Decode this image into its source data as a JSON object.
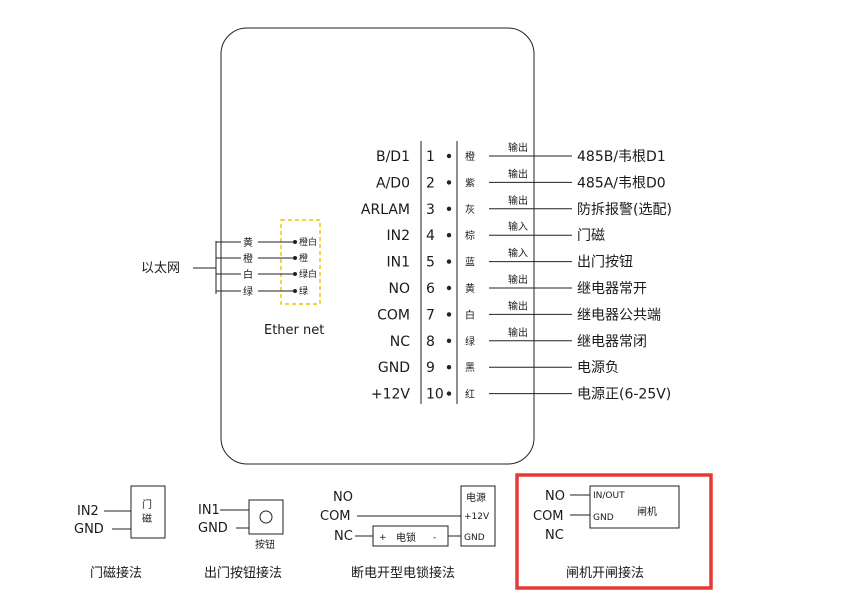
{
  "terminals": [
    {
      "pin": "1",
      "signal": "B/D1",
      "wire": "橙",
      "tag": "输出",
      "func": "485B/韦根D1"
    },
    {
      "pin": "2",
      "signal": "A/D0",
      "wire": "紫",
      "tag": "输出",
      "func": "485A/韦根D0"
    },
    {
      "pin": "3",
      "signal": "ARLAM",
      "wire": "灰",
      "tag": "输出",
      "func": "防拆报警(选配)"
    },
    {
      "pin": "4",
      "signal": "IN2",
      "wire": "棕",
      "tag": "输入",
      "func": "门磁"
    },
    {
      "pin": "5",
      "signal": "IN1",
      "wire": "蓝",
      "tag": "输入",
      "func": "出门按钮"
    },
    {
      "pin": "6",
      "signal": "NO",
      "wire": "黄",
      "tag": "输出",
      "func": "继电器常开"
    },
    {
      "pin": "7",
      "signal": "COM",
      "wire": "白",
      "tag": "输出",
      "func": "继电器公共端"
    },
    {
      "pin": "8",
      "signal": "NC",
      "wire": "绿",
      "tag": "输出",
      "func": "继电器常闭"
    },
    {
      "pin": "9",
      "signal": "GND",
      "wire": "黑",
      "tag": "",
      "func": "电源负"
    },
    {
      "pin": "10",
      "signal": "+12V",
      "wire": "红",
      "tag": "",
      "func": "电源正(6-25V)"
    }
  ],
  "ethernet": {
    "label": "以太网",
    "caption": "Ether net",
    "pins": [
      {
        "wire": "黄",
        "pair": "橙白"
      },
      {
        "wire": "橙",
        "pair": "橙"
      },
      {
        "wire": "白",
        "pair": "绿白"
      },
      {
        "wire": "绿",
        "pair": "绿"
      }
    ]
  },
  "door_sensor": {
    "in": "IN2",
    "gnd": "GND",
    "device": "门磁",
    "caption": "门磁接法"
  },
  "exit_button": {
    "in": "IN1",
    "gnd": "GND",
    "device": "按钮",
    "caption": "出门按钮接法"
  },
  "power_off_lock": {
    "no": "NO",
    "com": "COM",
    "nc": "NC",
    "supply": "电源",
    "supply_pos": "+12V",
    "supply_gnd": "GND",
    "lock": "电锁",
    "plus": "+",
    "minus": "-",
    "caption": "断电开型电锁接法"
  },
  "gate": {
    "no": "NO",
    "com": "COM",
    "nc": "NC",
    "port_in": "IN/OUT",
    "port_gnd": "GND",
    "device": "闸机",
    "caption": "闸机开闸接法"
  },
  "colors": {
    "highlight": "#e53935",
    "ethernet_bracket": "#f2c200",
    "line": "#222222"
  }
}
